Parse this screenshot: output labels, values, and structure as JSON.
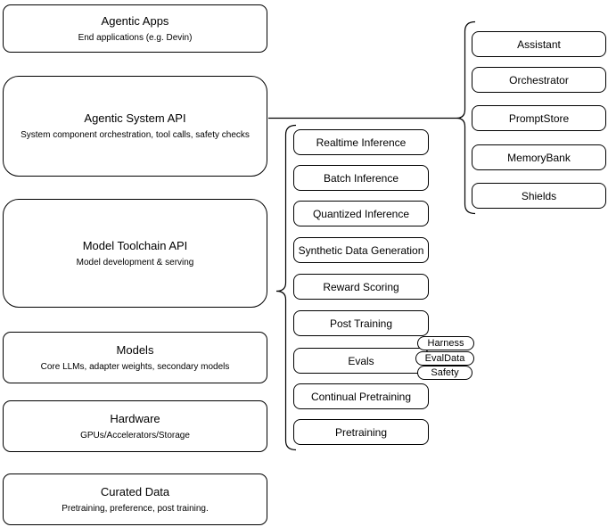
{
  "diagram": {
    "left_stack": [
      {
        "title": "Agentic Apps",
        "subtitle": "End applications (e.g. Devin)"
      },
      {
        "title": "Agentic System API",
        "subtitle": "System component orchestration, tool calls, safety checks"
      },
      {
        "title": "Model Toolchain API",
        "subtitle": "Model development & serving"
      },
      {
        "title": "Models",
        "subtitle": "Core LLMs, adapter weights, secondary models"
      },
      {
        "title": "Hardware",
        "subtitle": "GPUs/Accelerators/Storage"
      },
      {
        "title": "Curated Data",
        "subtitle": "Pretraining, preference, post training."
      }
    ],
    "toolchain_components": [
      "Realtime Inference",
      "Batch Inference",
      "Quantized Inference",
      "Synthetic Data Generation",
      "Reward Scoring",
      "Post Training",
      "Evals",
      "Continual Pretraining",
      "Pretraining"
    ],
    "evals_pills": [
      "Harness",
      "EvalData",
      "Safety"
    ],
    "system_components": [
      "Assistant",
      "Orchestrator",
      "PromptStore",
      "MemoryBank",
      "Shields"
    ],
    "colors": {
      "stroke": "#000000",
      "background": "#ffffff",
      "text": "#000000"
    }
  }
}
